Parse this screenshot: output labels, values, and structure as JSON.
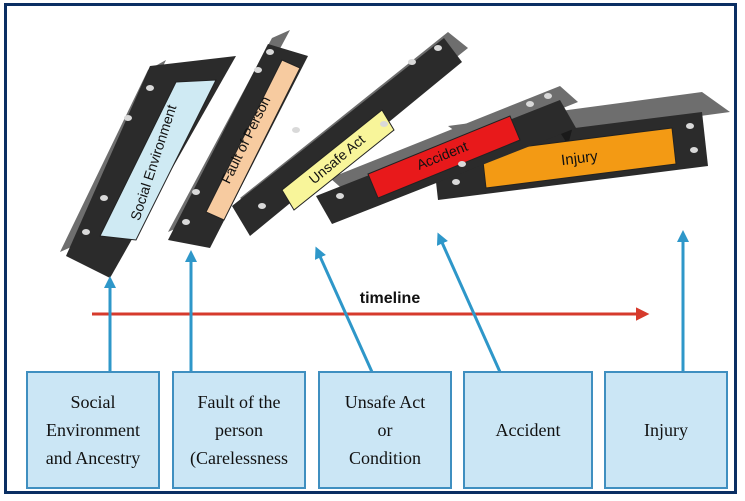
{
  "timeline": {
    "label": "timeline"
  },
  "dominoes": [
    {
      "id": "social-environment",
      "label": "Social Environment",
      "color": "#cfeaf3"
    },
    {
      "id": "fault-of-person",
      "label": "Fault of Person",
      "color": "#f7cba0"
    },
    {
      "id": "unsafe-act",
      "label": "Unsafe Act",
      "color": "#f8f59a"
    },
    {
      "id": "accident",
      "label": "Accident",
      "color": "#e8191b"
    },
    {
      "id": "injury",
      "label": "Injury",
      "color": "#f39a14"
    }
  ],
  "boxes": [
    {
      "id": "social-environment",
      "text": "Social\nEnvironment\nand Ancestry"
    },
    {
      "id": "fault-of-person",
      "text": "Fault of the\nperson\n(Carelessness"
    },
    {
      "id": "unsafe-act",
      "text": "Unsafe Act\nor\nCondition"
    },
    {
      "id": "accident",
      "text": "Accident"
    },
    {
      "id": "injury",
      "text": "Injury"
    }
  ],
  "colors": {
    "frame": "#0a2f63",
    "arrow_blue": "#2e97c9",
    "timeline_red": "#d63a2c",
    "domino_dark": "#2b2b2b",
    "domino_top": "#6e6e6e",
    "box_fill": "#cbe6f5",
    "box_border": "#3f8fc0"
  }
}
